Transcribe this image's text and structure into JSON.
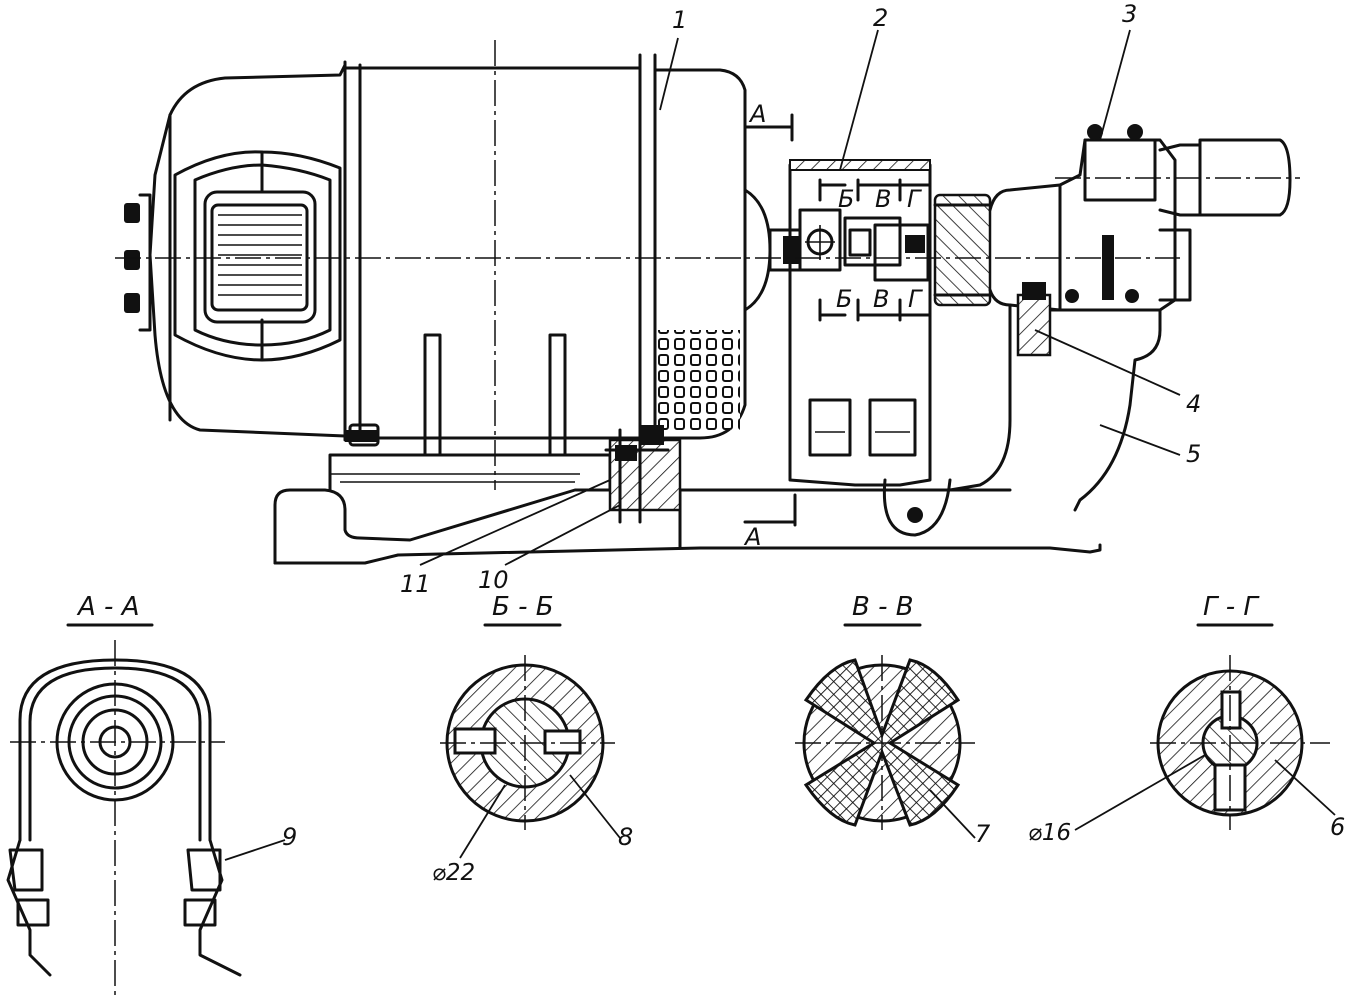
{
  "callouts": [
    "1",
    "2",
    "3",
    "4",
    "5",
    "6",
    "7",
    "8",
    "9",
    "10",
    "11"
  ],
  "section_markers": {
    "a": "А",
    "b": "Б",
    "v": "В",
    "g": "Г"
  },
  "section_titles": {
    "aa": "А - А",
    "bb": "Б - Б",
    "vv": "В - В",
    "gg": "Г - Г"
  },
  "dimensions": {
    "d22": "⌀22",
    "d16": "⌀16"
  }
}
